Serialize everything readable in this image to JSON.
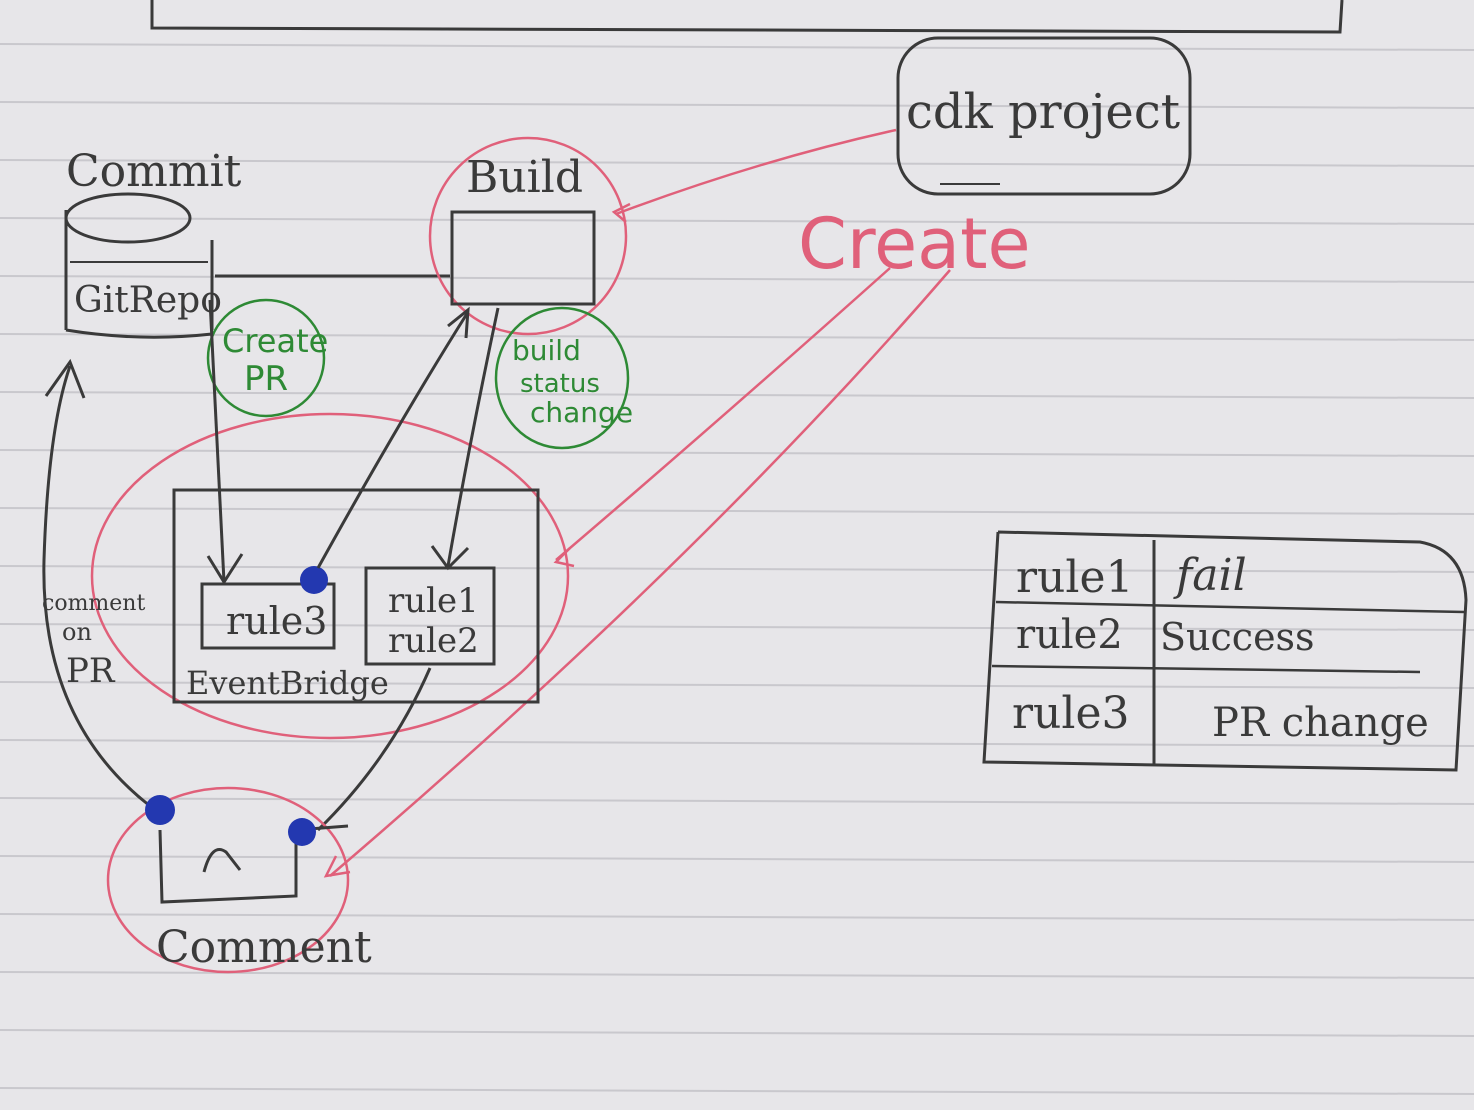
{
  "diagram": {
    "top_box_text": "",
    "nodes": {
      "git_repo": {
        "title": "Commit",
        "label": "GitRepo"
      },
      "build": {
        "title": "Build"
      },
      "cdk": {
        "label": "cdk project"
      },
      "eventbridge": {
        "label": "EventBridge"
      },
      "rule3": {
        "label": "rule3"
      },
      "rule12": {
        "line1": "rule1",
        "line2": "rule2"
      },
      "comment": {
        "label": "Comment"
      }
    },
    "edges": {
      "create_pr": {
        "line1": "Create",
        "line2": "PR"
      },
      "build_status": {
        "line1": "build",
        "line2": "status",
        "line3": "change"
      },
      "comment_on_pr": {
        "line1": "comment",
        "line2": "on",
        "line3": "PR"
      },
      "create": {
        "label": "Create"
      }
    },
    "rules_table": {
      "rows": [
        {
          "rule": "rule1",
          "result": "fail"
        },
        {
          "rule": "rule2",
          "result": "Success"
        },
        {
          "rule": "rule3",
          "result": "PR change"
        }
      ]
    }
  },
  "colors": {
    "pencil": "#3a3a3a",
    "green": "#2e8a35",
    "red": "#e0607a",
    "blue_dot": "#2338b0",
    "paper": "#e7e6e9",
    "rule_line": "#c9c8cd"
  }
}
